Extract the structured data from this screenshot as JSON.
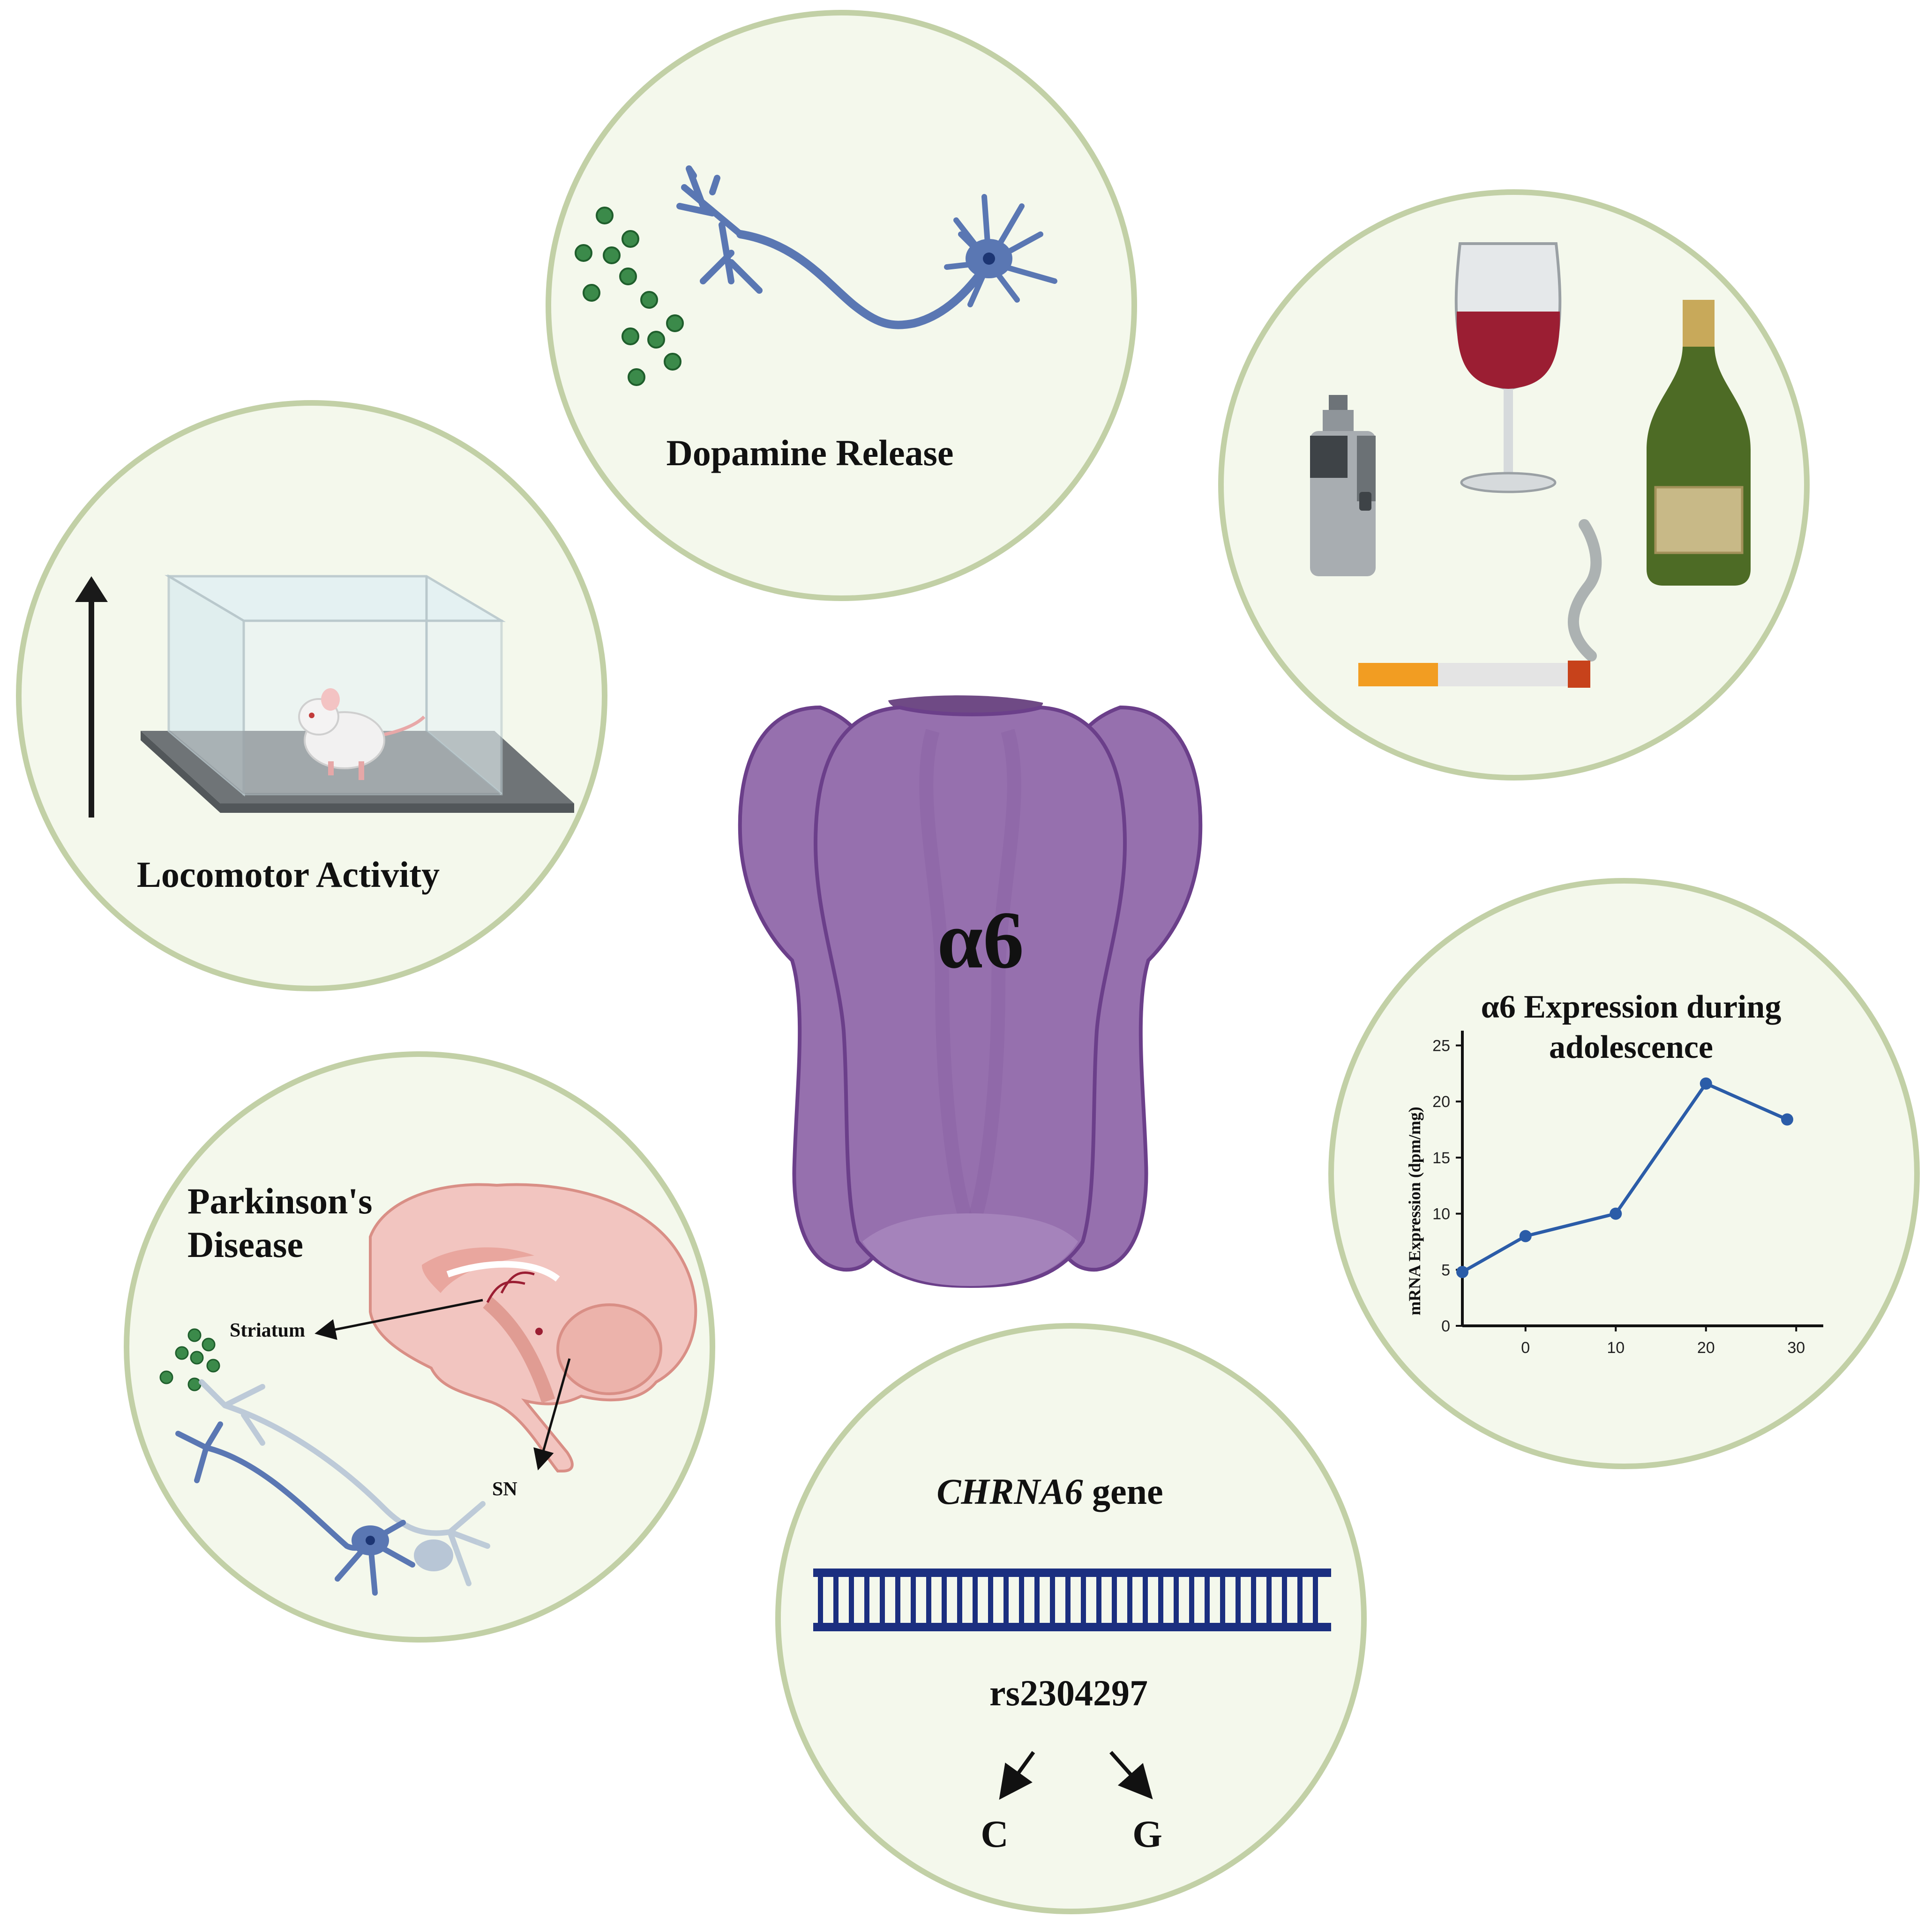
{
  "center": {
    "label": "α6"
  },
  "panels": {
    "dopamine": {
      "label": "Dopamine Release"
    },
    "locomotor": {
      "label": "Locomotor Activity"
    },
    "substances": {},
    "parkinsons": {
      "title_line1": "Parkinson's",
      "title_line2": "Disease",
      "striatum_label": "Striatum",
      "sn_label": "SN"
    },
    "gene": {
      "gene_italic": "CHRNA6",
      "gene_suffix": " gene",
      "snp": "rs2304297",
      "allele_left": "C",
      "allele_right": "G"
    },
    "expression": {}
  },
  "colors": {
    "circle_fill": "#f4f8ec",
    "circle_stroke": "#c2d0a6",
    "receptor": "#9670ae",
    "neuron": "#5a77b3",
    "line": "#2b5ca8",
    "dna": "#1b2f80"
  },
  "chart_data": {
    "type": "line",
    "title": "α6 Expression during adolescence",
    "ylabel": "mRNA Expression (dpm/mg)",
    "xlabel": "",
    "x": [
      -7,
      0,
      10,
      20,
      29
    ],
    "values": [
      4.8,
      8.0,
      10.0,
      21.6,
      18.4
    ],
    "xticks": [
      "0",
      "10",
      "20",
      "30"
    ],
    "xtick_values": [
      0,
      10,
      20,
      30
    ],
    "yticks": [
      "0",
      "5",
      "10",
      "15",
      "20",
      "25"
    ],
    "ytick_values": [
      0,
      5,
      10,
      15,
      20,
      25
    ],
    "xlim": [
      -7,
      33
    ],
    "ylim": [
      0,
      25
    ]
  }
}
